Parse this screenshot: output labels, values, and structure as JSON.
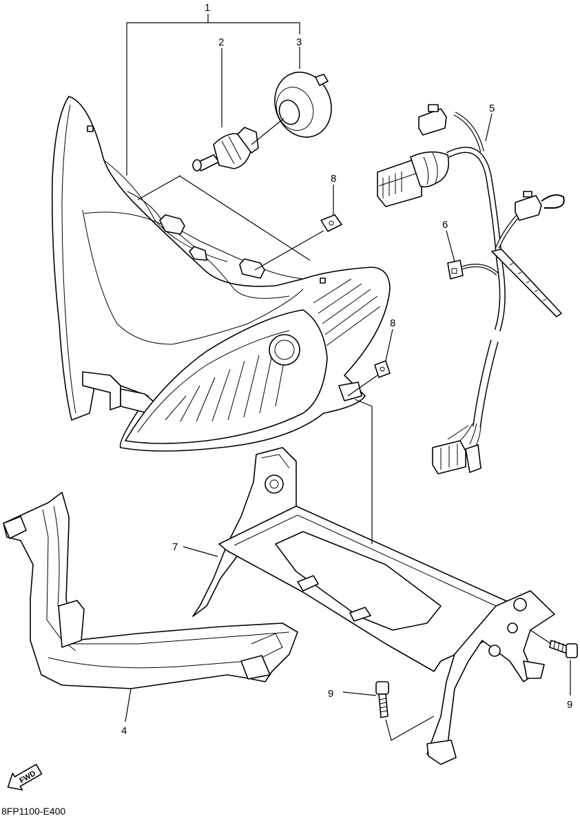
{
  "diagram": {
    "drawing_code": "8FP1100-E400",
    "fwd_label": "FWD",
    "colors": {
      "line": "#000000",
      "background": "#ffffff"
    },
    "callouts": [
      {
        "id": "c1",
        "label": "1"
      },
      {
        "id": "c2",
        "label": "2"
      },
      {
        "id": "c3",
        "label": "3"
      },
      {
        "id": "c4",
        "label": "4"
      },
      {
        "id": "c5",
        "label": "5"
      },
      {
        "id": "c6",
        "label": "6"
      },
      {
        "id": "c7",
        "label": "7"
      },
      {
        "id": "c8a",
        "label": "8"
      },
      {
        "id": "c8b",
        "label": "8"
      },
      {
        "id": "c9a",
        "label": "9"
      },
      {
        "id": "c9b",
        "label": "9"
      }
    ]
  }
}
